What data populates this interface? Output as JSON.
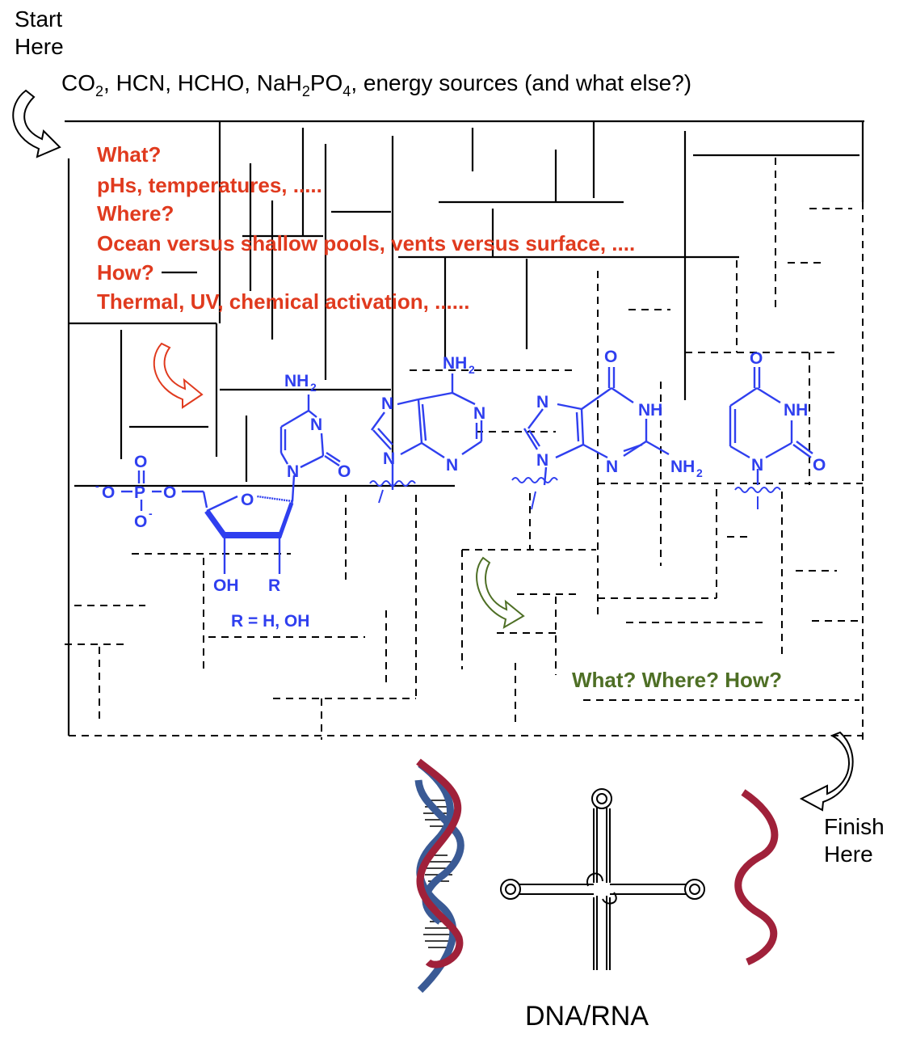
{
  "labels": {
    "start_line1": "Start",
    "start_line2": "Here",
    "finish_line1": "Finish",
    "finish_line2": "Here",
    "reagents_prefix": "CO",
    "reagents_sub1": "2",
    "reagents_mid": ", HCN, HCHO, NaH",
    "reagents_sub2": "2",
    "reagents_po": "PO",
    "reagents_sub3": "4",
    "reagents_suffix": ", energy sources (and what else?)",
    "bottom_title": "DNA/RNA"
  },
  "questions": {
    "lines": [
      "What?",
      "pHs, temperatures, .....",
      "Where?",
      "Ocean versus shallow pools, vents versus surface, ....",
      "How?",
      "Thermal, UV, chemical activation, ......"
    ],
    "final": "What? Where? How?"
  },
  "chemistry": {
    "nh2": "NH",
    "two": "2",
    "n": "N",
    "o": "O",
    "nh": "NH",
    "p": "P",
    "oh": "OH",
    "r": "R",
    "minus": "-",
    "r_def": "R = H, OH"
  },
  "colors": {
    "red": "#e03a1e",
    "blue": "#2f3fef",
    "green": "#4e6f25",
    "black": "#000000",
    "dna_red": "#a0213a",
    "dna_blue": "#3a5a95"
  }
}
